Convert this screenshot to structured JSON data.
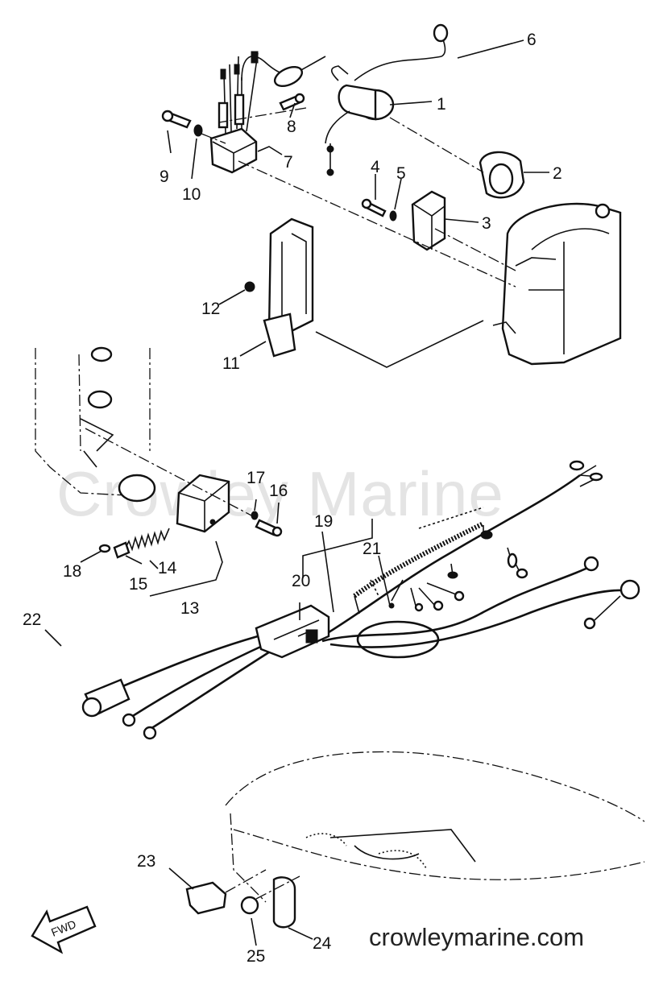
{
  "watermark": "Crowley Marine",
  "site_url": "crowleymarine.com",
  "fwd_label": "FWD",
  "callouts": [
    "1",
    "2",
    "3",
    "4",
    "5",
    "6",
    "7",
    "8",
    "9",
    "10",
    "11",
    "12",
    "13",
    "14",
    "15",
    "16",
    "17",
    "18",
    "19",
    "20",
    "21",
    "22",
    "23",
    "24",
    "25"
  ],
  "colors": {
    "ink": "#111111",
    "watermark": "#e4e4e4",
    "background": "#ffffff"
  }
}
